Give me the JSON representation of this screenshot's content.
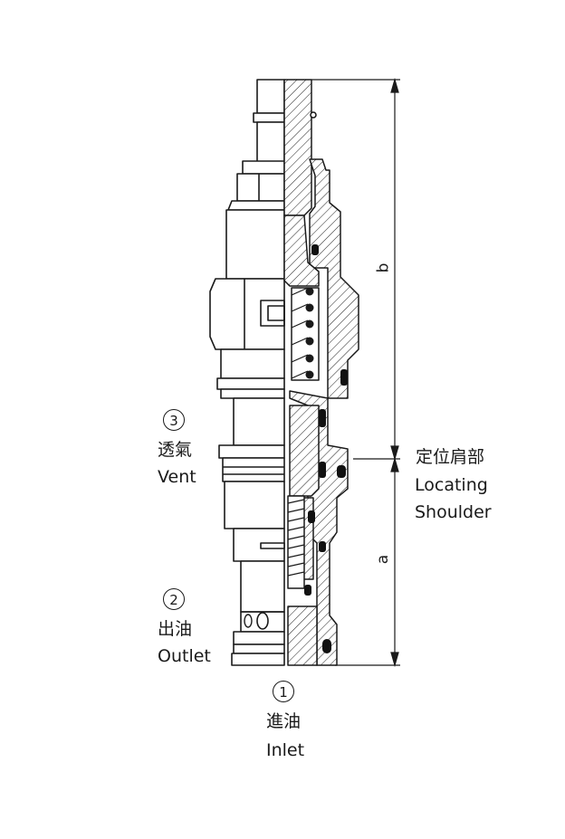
{
  "ports": {
    "vent": {
      "number": "3",
      "zh": "透氣",
      "en": "Vent"
    },
    "outlet": {
      "number": "2",
      "zh": "出油",
      "en": "Outlet"
    },
    "inlet": {
      "number": "1",
      "zh": "進油",
      "en": "Inlet"
    }
  },
  "locating_shoulder": {
    "zh": "定位肩部",
    "en_line1": "Locating",
    "en_line2": "Shoulder"
  },
  "dimensions": {
    "b": "b",
    "a": "a"
  }
}
